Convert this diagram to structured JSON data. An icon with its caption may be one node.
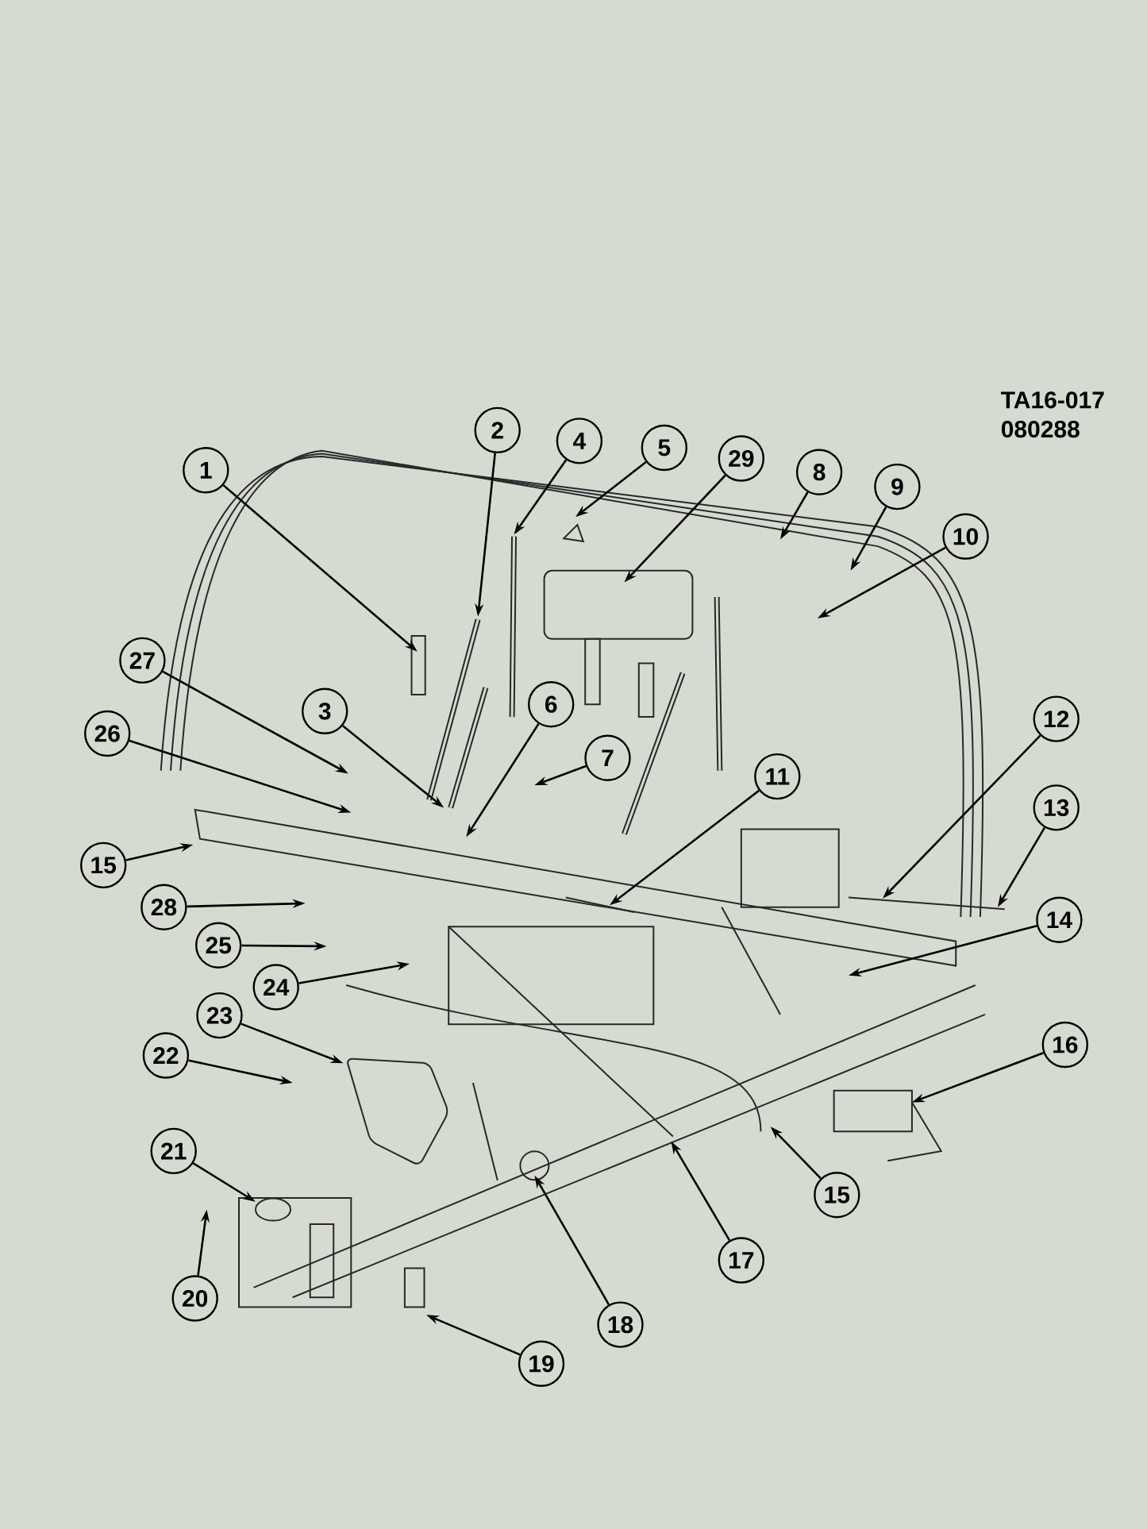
{
  "diagram": {
    "nodes": [
      {
        "text": [
          "1"
        ]
      },
      {
        "text": [
          "2"
        ]
      },
      {
        "text": [
          "3"
        ]
      },
      {
        "text": [
          "4"
        ]
      },
      {
        "text": [
          "5"
        ]
      },
      {
        "text": [
          "6"
        ]
      },
      {
        "text": [
          "7"
        ]
      },
      {
        "text": [
          "8"
        ]
      },
      {
        "text": [
          "9"
        ]
      },
      {
        "text": [
          "10"
        ]
      },
      {
        "text": [
          "11"
        ]
      },
      {
        "text": [
          "12"
        ]
      },
      {
        "text": [
          "13"
        ]
      },
      {
        "text": [
          "14"
        ]
      },
      {
        "text": [
          "15"
        ]
      },
      {
        "text": [
          "16"
        ]
      },
      {
        "text": [
          "17"
        ]
      },
      {
        "text": [
          "18"
        ]
      },
      {
        "text": [
          "19"
        ]
      },
      {
        "text": [
          "20"
        ]
      },
      {
        "text": [
          "21"
        ]
      },
      {
        "text": [
          "22"
        ]
      },
      {
        "text": [
          "23"
        ]
      },
      {
        "text": [
          "24"
        ]
      },
      {
        "text": [
          "25"
        ]
      },
      {
        "text": [
          "26"
        ]
      },
      {
        "text": [
          "27"
        ]
      },
      {
        "text": [
          "28"
        ]
      },
      {
        "text": [
          "29"
        ]
      },
      {
        "text": [
          "15"
        ]
      }
    ],
    "edges": [
      {
        "from": 0,
        "to": null,
        "arrow": "to"
      },
      {
        "from": 1,
        "to": null,
        "arrow": "to"
      },
      {
        "from": 2,
        "to": null,
        "arrow": "to"
      },
      {
        "from": 3,
        "to": null,
        "arrow": "to"
      },
      {
        "from": 4,
        "to": null,
        "arrow": "to"
      },
      {
        "from": 5,
        "to": null,
        "arrow": "to"
      },
      {
        "from": 6,
        "to": null,
        "arrow": "to"
      },
      {
        "from": 7,
        "to": null,
        "arrow": "to"
      },
      {
        "from": 8,
        "to": null,
        "arrow": "to"
      },
      {
        "from": 9,
        "to": null,
        "arrow": "to"
      },
      {
        "from": 10,
        "to": null,
        "arrow": "to"
      },
      {
        "from": 11,
        "to": null,
        "arrow": "to"
      },
      {
        "from": 12,
        "to": null,
        "arrow": "to"
      },
      {
        "from": 13,
        "to": null,
        "arrow": "to"
      },
      {
        "from": 14,
        "to": null,
        "arrow": "to"
      },
      {
        "from": 15,
        "to": null,
        "arrow": "to"
      },
      {
        "from": 16,
        "to": null,
        "arrow": "to"
      },
      {
        "from": 17,
        "to": null,
        "arrow": "to"
      },
      {
        "from": 18,
        "to": null,
        "arrow": "to"
      },
      {
        "from": 19,
        "to": null,
        "arrow": "to"
      },
      {
        "from": 20,
        "to": null,
        "arrow": "to"
      },
      {
        "from": 21,
        "to": null,
        "arrow": "to"
      },
      {
        "from": 22,
        "to": null,
        "arrow": "to"
      },
      {
        "from": 23,
        "to": null,
        "arrow": "to"
      },
      {
        "from": 24,
        "to": null,
        "arrow": "to"
      },
      {
        "from": 25,
        "to": null,
        "arrow": "to"
      },
      {
        "from": 26,
        "to": null,
        "arrow": "to"
      },
      {
        "from": 27,
        "to": null,
        "arrow": "to"
      },
      {
        "from": 28,
        "to": null,
        "arrow": "to"
      },
      {
        "from": 29,
        "to": null,
        "arrow": "to"
      }
    ],
    "labels": [
      "TA16-017",
      "080288"
    ]
  }
}
